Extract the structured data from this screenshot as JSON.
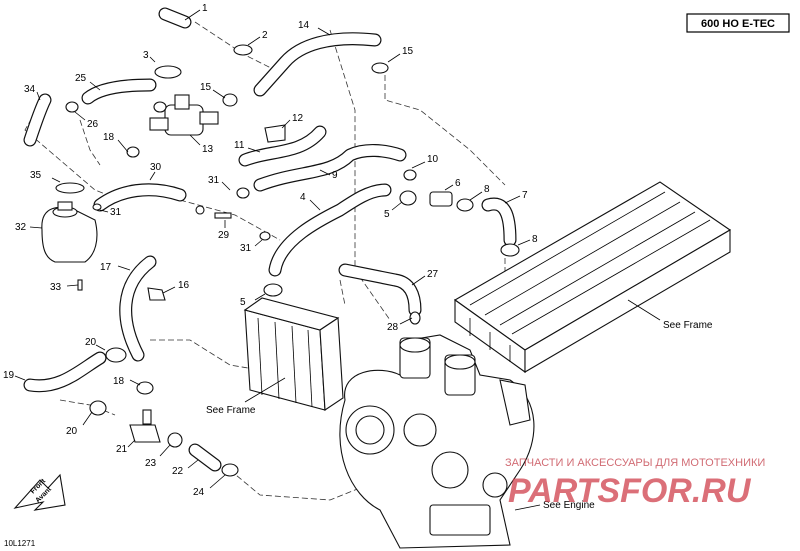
{
  "model_label": "600 HO E-TEC",
  "figure_id": "10L1271",
  "references": {
    "see_frame_right": "See Frame",
    "see_frame_left": "See Frame",
    "see_engine": "See Engine"
  },
  "front_arrow": {
    "line1": "Front",
    "line2": "Avant"
  },
  "watermark": {
    "tagline": "ЗАПЧАСТИ И АКСЕССУАРЫ ДЛЯ МОТОТЕХНИКИ",
    "logo": "PARTSFOR.RU"
  },
  "callouts": [
    "1",
    "2",
    "3",
    "14",
    "15",
    "25",
    "34",
    "26",
    "15",
    "13",
    "18",
    "12",
    "11",
    "10",
    "9",
    "6",
    "8",
    "7",
    "30",
    "35",
    "31",
    "31",
    "29",
    "31",
    "4",
    "5",
    "8",
    "32",
    "17",
    "16",
    "27",
    "5",
    "33",
    "28",
    "20",
    "19",
    "18",
    "20",
    "21",
    "23",
    "22",
    "24"
  ]
}
